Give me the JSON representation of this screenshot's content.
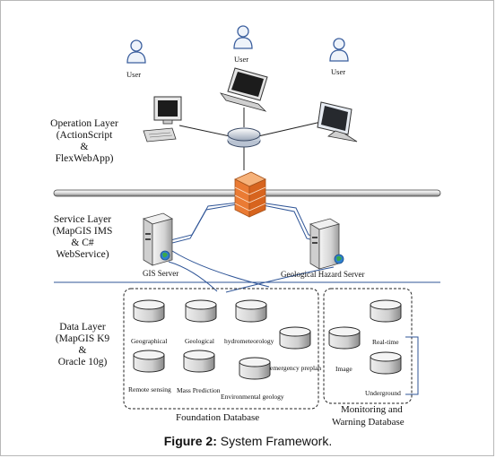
{
  "users": [
    "User",
    "User",
    "User"
  ],
  "layers": {
    "operation": [
      "Operation Layer",
      "(ActionScript",
      "&",
      "FlexWebApp)"
    ],
    "service": [
      "Service Layer",
      "(MapGIS IMS",
      "& C#",
      "WebService)"
    ],
    "data": [
      "Data Layer",
      "(MapGIS K9",
      "&",
      "Oracle 10g)"
    ]
  },
  "servers": {
    "gis": "GIS Server",
    "hazard": "Geological Hazard Server"
  },
  "foundation_db": {
    "title": "Foundation Database",
    "items": [
      "Geographical",
      "Geological",
      "hydrometeorology",
      "emergency preplan",
      "Remote sensing",
      "Mass Prediction",
      "Environmental geology"
    ]
  },
  "monitoring_db": {
    "title_line1": "Monitoring and",
    "title_line2": "Warning Database",
    "items": [
      "Image",
      "Real-time",
      "Underground"
    ]
  },
  "caption": {
    "label": "Figure 2:",
    "text": " System Framework."
  }
}
